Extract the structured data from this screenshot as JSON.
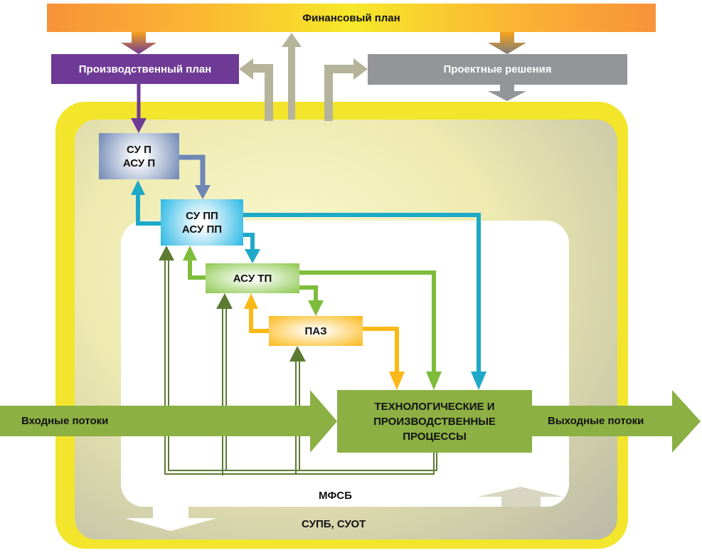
{
  "financial_plan": "Финансовый план",
  "production_plan": "Производственный план",
  "project_decisions": "Проектные решения",
  "su_p": {
    "line1": "СУ П",
    "line2": "АСУ П"
  },
  "su_pp": {
    "line1": "СУ ПП",
    "line2": "АСУ ПП"
  },
  "asu_tp": "АСУ ТП",
  "paz": "ПАЗ",
  "tech_processes": {
    "line1": "ТЕХНОЛОГИЧЕСКИЕ И",
    "line2": "ПРОИЗВОДСТВЕННЫЕ",
    "line3": "ПРОЦЕССЫ"
  },
  "input_flows": "Входные потоки",
  "output_flows": "Выходные потоки",
  "mfsb": "МФСБ",
  "supb_suot": "СУПБ, СУОТ",
  "colors": {
    "purple": "#6f3a96",
    "gray": "#939598",
    "yellow": "#f2e52b",
    "green": "#8cb043",
    "cyan": "#1ea9c8",
    "lightgreen": "#7dbd3b",
    "orange": "#fbb917",
    "darkgreen": "#5d7a32",
    "beige": "#b5b39a"
  }
}
